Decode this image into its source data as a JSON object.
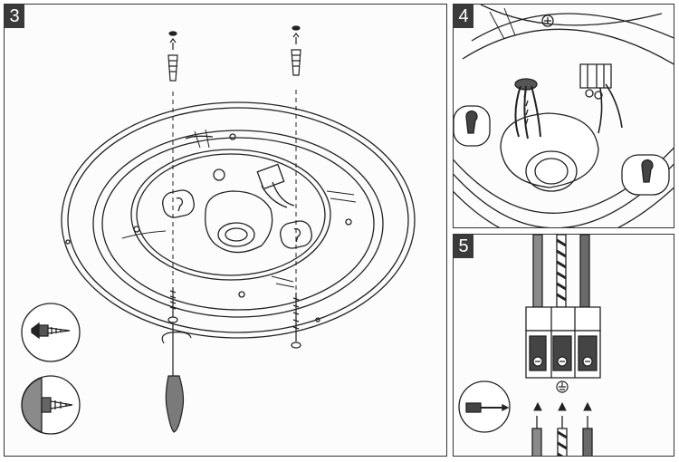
{
  "steps": [
    {
      "number": "3"
    },
    {
      "number": "4"
    },
    {
      "number": "5"
    }
  ],
  "icons": [
    "wall-plug-screw-icon",
    "drill-icon",
    "screwdriver-icon",
    "ground-symbol-icon"
  ],
  "colors": {
    "line": "#222222",
    "panel_border": "#333333",
    "badge": "#3a3a3a"
  }
}
